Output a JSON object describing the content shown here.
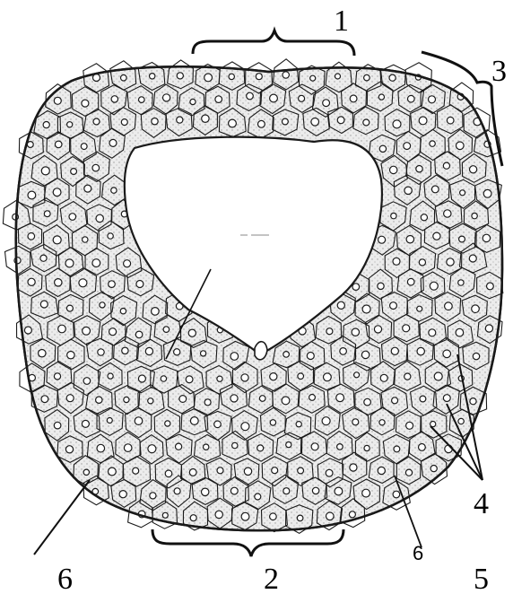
{
  "figure": {
    "labels": {
      "l1": "1",
      "l2": "2",
      "l3": "3",
      "l4": "4",
      "l5": "5",
      "l6": "6",
      "l6_partial": "6"
    },
    "colors": {
      "ink": "#1a1a1a",
      "cell_fill": "#e9e9e9",
      "cell_fill_dark": "#d6d6d6",
      "background": "#ffffff"
    }
  }
}
